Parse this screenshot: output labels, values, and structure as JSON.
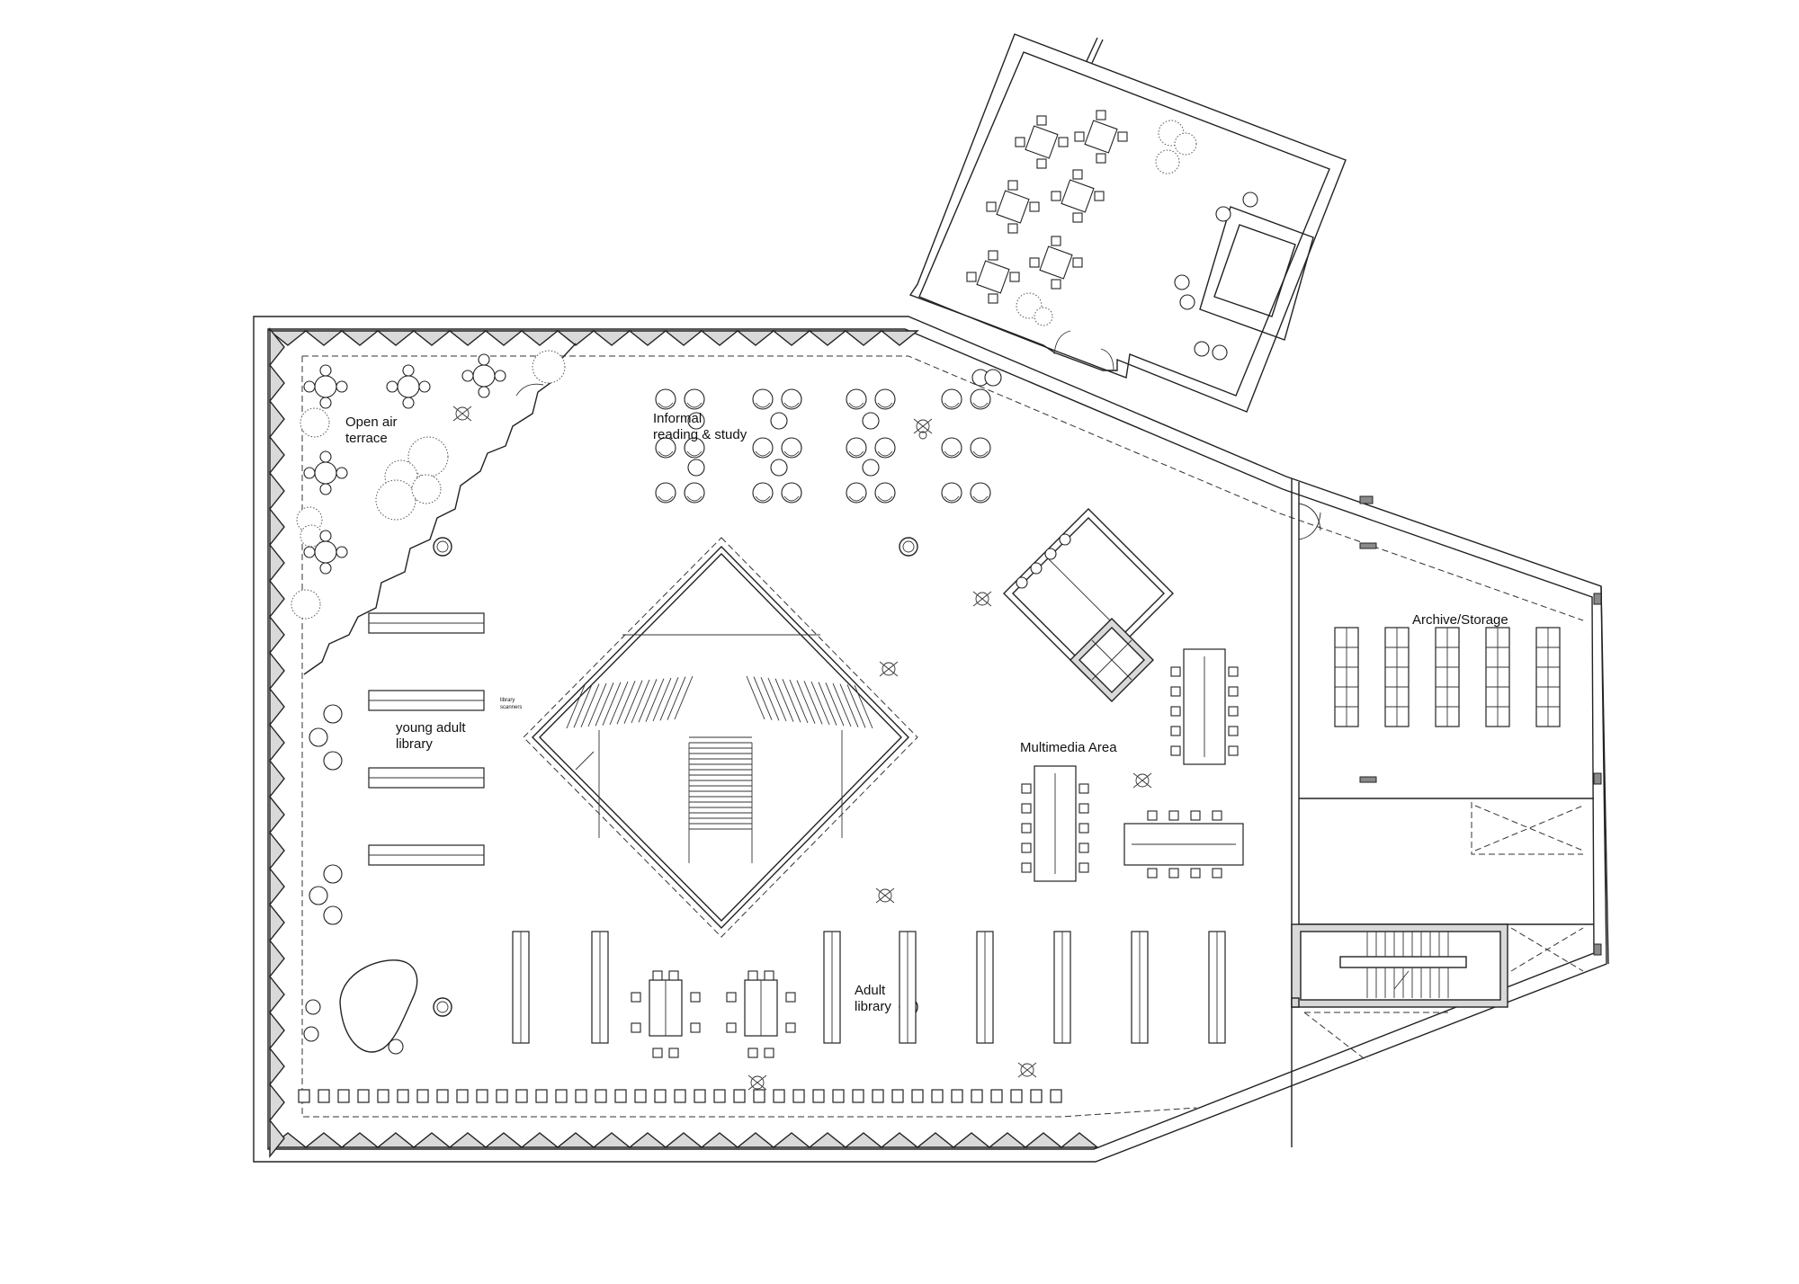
{
  "labels": {
    "terrace_l1": "Open air",
    "terrace_l2": "terrace",
    "informal_l1": "Informal",
    "informal_l2": "reading & study",
    "young_l1": "young adult",
    "young_l2": "library",
    "scanners_l1": "library",
    "scanners_l2": "scanners",
    "multimedia": "Multimedia Area",
    "adult_l1": "Adult",
    "adult_l2": "library",
    "archive": "Archive/Storage"
  },
  "colors": {
    "line": "#222222",
    "wall_fill": "#d9d9d9",
    "background": "#ffffff"
  }
}
